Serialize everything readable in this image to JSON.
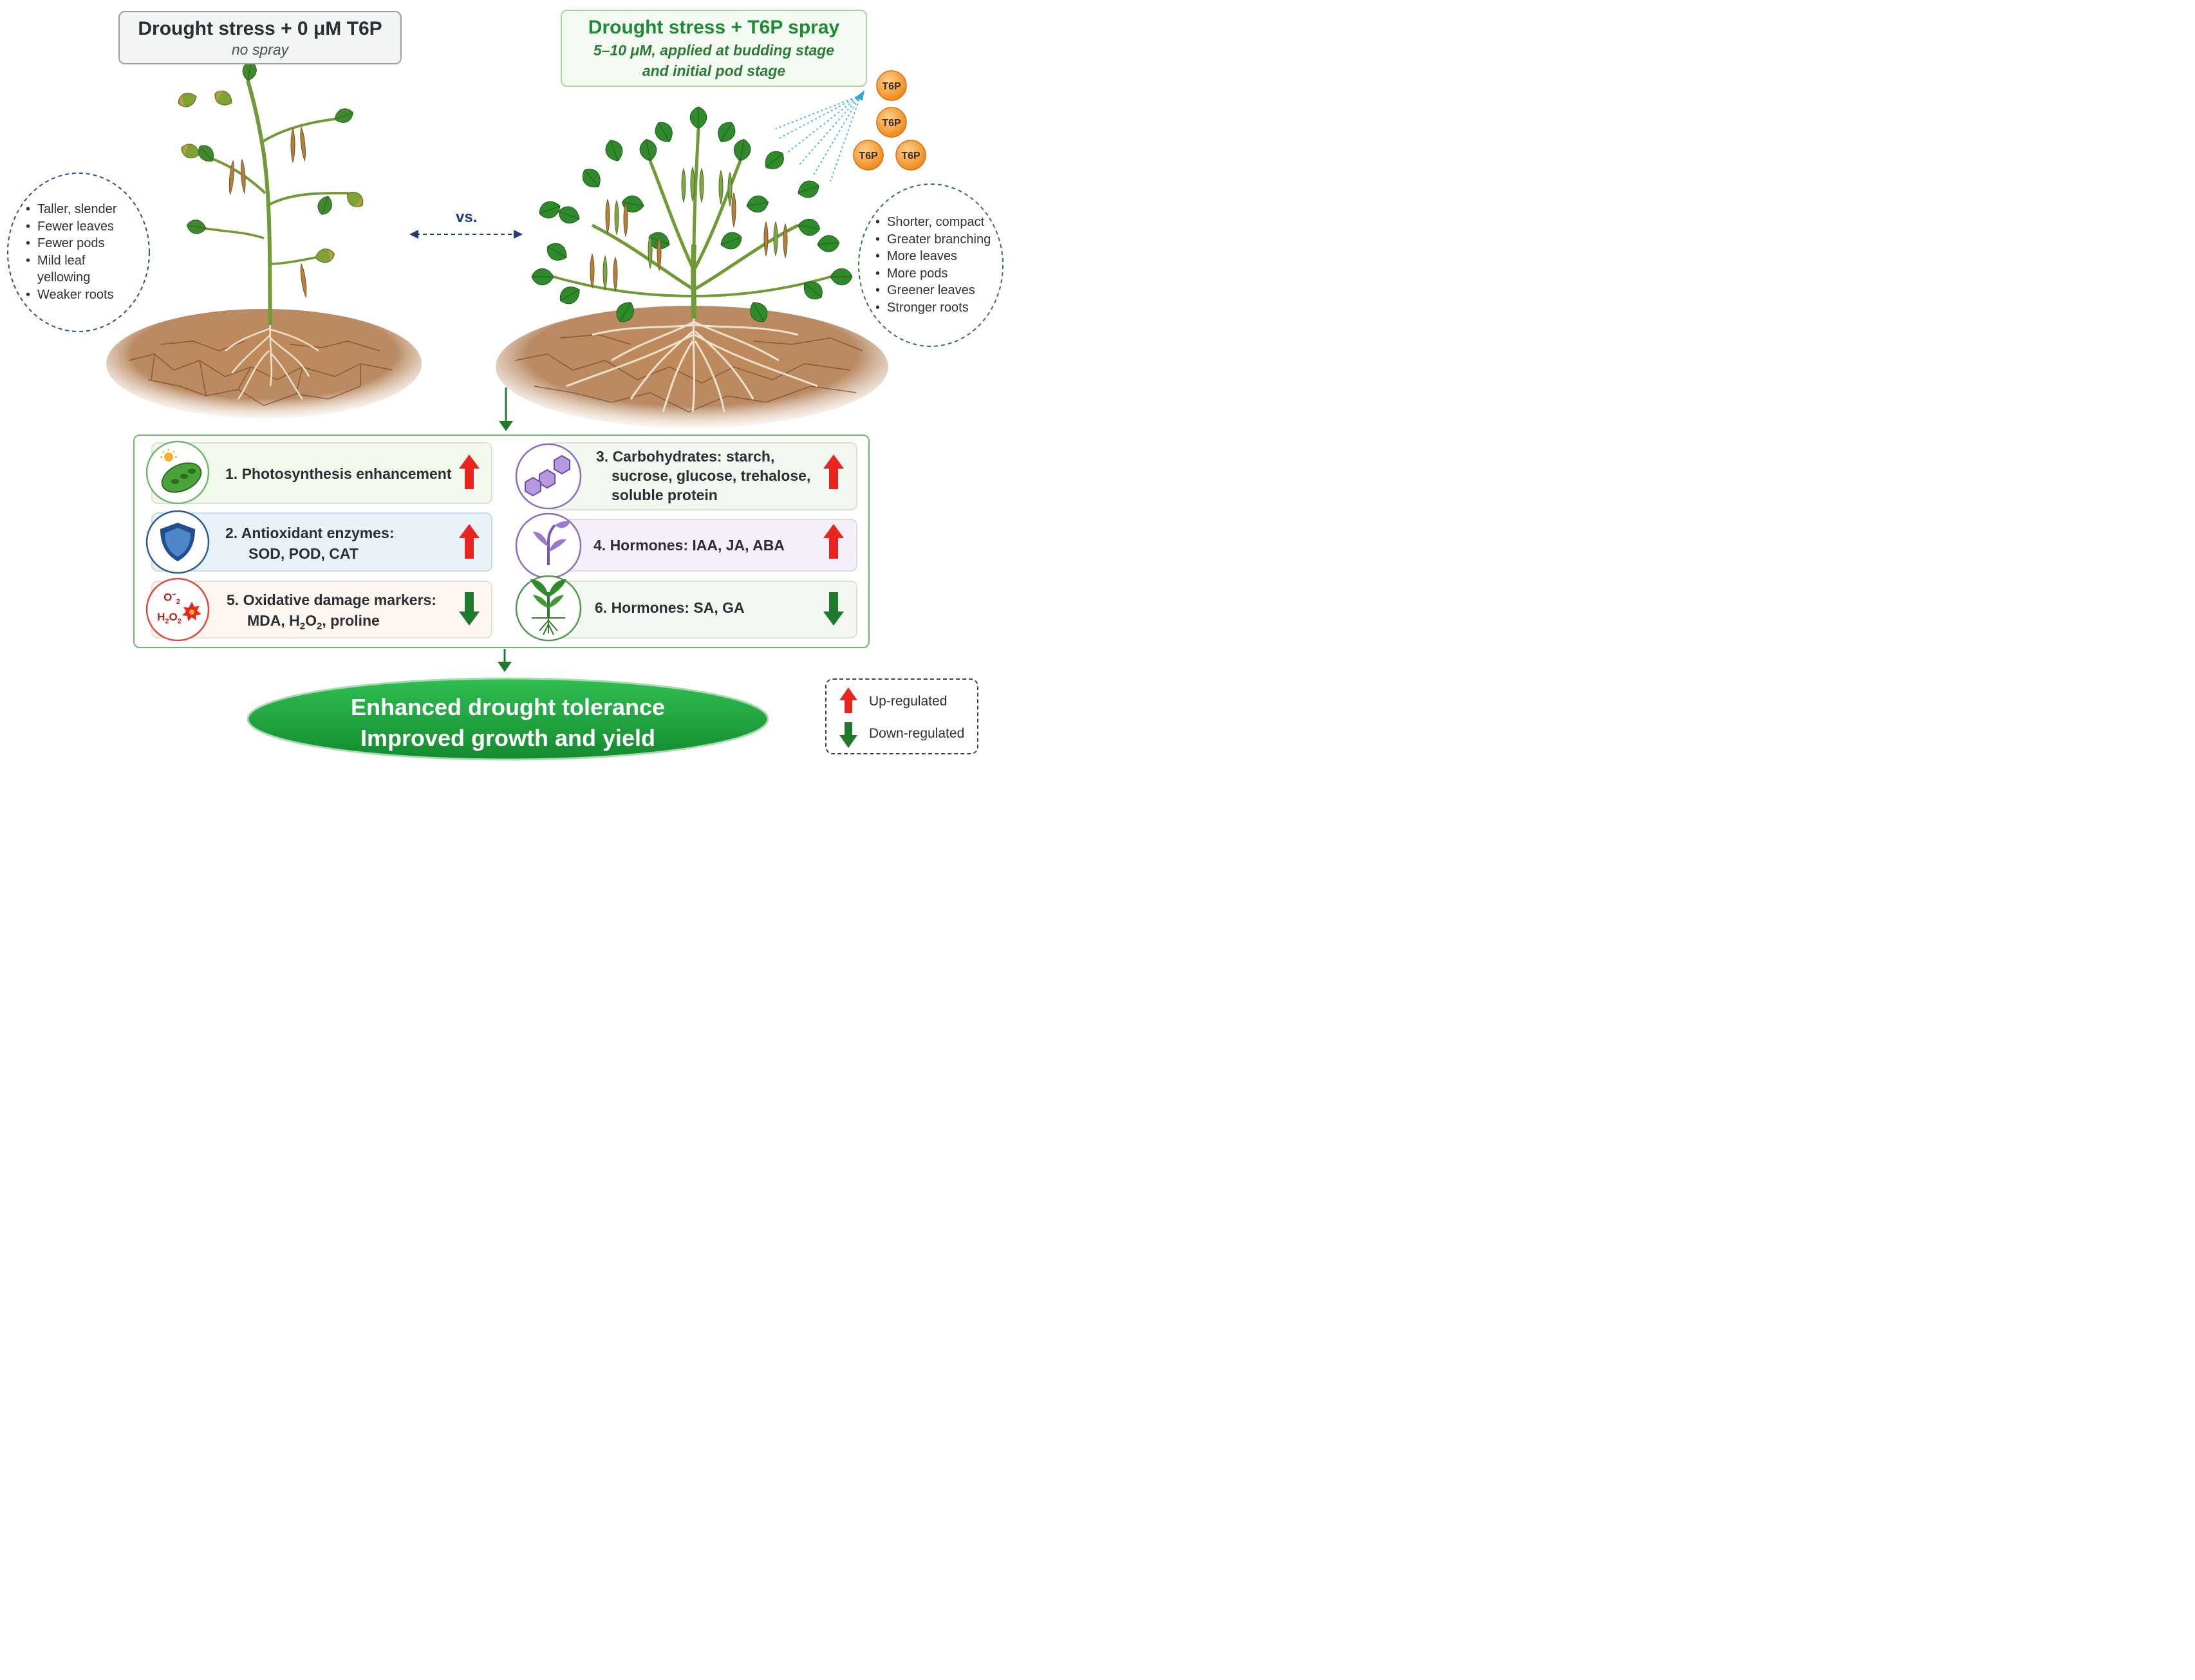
{
  "control": {
    "title": "Drought stress + 0 μM T6P",
    "subtitle": "no spray",
    "traits": [
      "Taller, slender",
      "Fewer leaves",
      "Fewer pods",
      "Mild leaf",
      "yellowing",
      "Weaker roots"
    ]
  },
  "treatment": {
    "title": "Drought stress + T6P spray",
    "subtitle_line1": "5–10 μM, applied at budding stage",
    "subtitle_line2": "and initial pod stage",
    "molecule_label": "T6P",
    "traits": [
      "Shorter, compact",
      "Greater branching",
      "More leaves",
      "More pods",
      "Greener leaves",
      "Stronger roots"
    ]
  },
  "comparison_label": "vs.",
  "effects": {
    "item1": {
      "text": "1. Photosynthesis enhancement",
      "direction": "up"
    },
    "item2": {
      "line1": "2. Antioxidant enzymes:",
      "line2": "SOD, POD, CAT",
      "direction": "up"
    },
    "item3": {
      "line1": "3. Carbohydrates: starch,",
      "line2": "sucrose, glucose, trehalose,",
      "line3": "soluble protein",
      "direction": "up"
    },
    "item4": {
      "text": "4. Hormones: IAA, JA, ABA",
      "direction": "up"
    },
    "item5": {
      "line1": "5. Oxidative damage markers:",
      "line2_a": "MDA, H",
      "line2_b": "2",
      "line2_c": "O",
      "line2_d": "2",
      "line2_e": ", proline",
      "direction": "down"
    },
    "item6": {
      "text": "6. Hormones: SA, GA",
      "direction": "down"
    }
  },
  "icon5": {
    "o2": "O",
    "o2_sup": "−",
    "o2_sub": "2",
    "h2o2_a": "H",
    "h2o2_b": "2",
    "h2o2_c": "O",
    "h2o2_d": "2"
  },
  "result": {
    "line1": "Enhanced drought tolerance",
    "line2": "Improved growth and yield"
  },
  "legend": {
    "up": "Up-regulated",
    "down": "Down-regulated"
  },
  "colors": {
    "up_arrow": "#e8261f",
    "down_arrow": "#1f7a2e",
    "accent_green": "#1f8a35",
    "result_fill": "#1b9b3a"
  }
}
